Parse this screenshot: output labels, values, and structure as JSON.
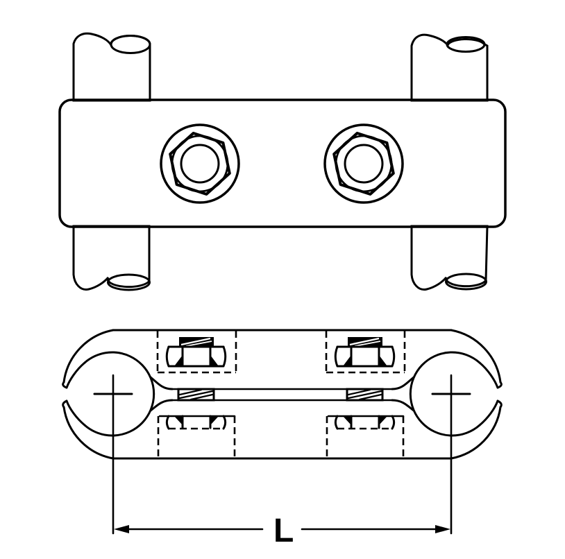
{
  "page": {
    "background": "#ffffff",
    "line_color": "#000000"
  },
  "drawing": {
    "kind": "two-view technical line drawing of a double rope-rod clamp",
    "dimension_label": "L",
    "views": {
      "front": {
        "parts": [
          "left-rod",
          "right-rod",
          "clamp-plate",
          "left-socket-screw",
          "right-socket-screw"
        ]
      },
      "section": {
        "parts": [
          "left-c-jaw",
          "right-c-jaw",
          "upper-clamp-half",
          "lower-clamp-half",
          "left-bolt-section",
          "right-bolt-section",
          "center-marks",
          "dimension-L"
        ]
      }
    }
  }
}
